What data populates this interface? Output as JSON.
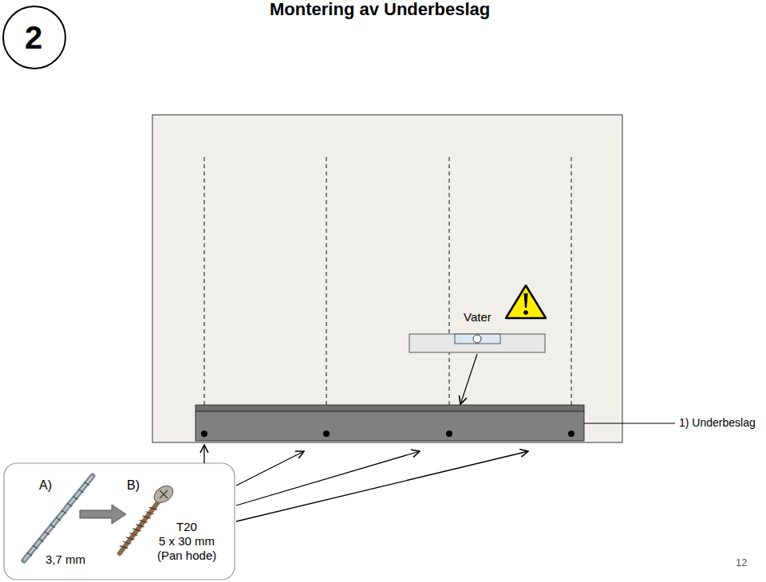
{
  "diagram": {
    "title": "Montering av Underbeslag",
    "nodes": [
      {
        "text": [
          "2"
        ]
      },
      {
        "text": [
          "Vater"
        ]
      },
      {
        "text": [
          "A)",
          "3,7 mm",
          "B)",
          "T20",
          "5 x 30 mm",
          "(Pan hode)"
        ]
      }
    ],
    "labels": [
      "1) Underbeslag",
      "12"
    ]
  }
}
